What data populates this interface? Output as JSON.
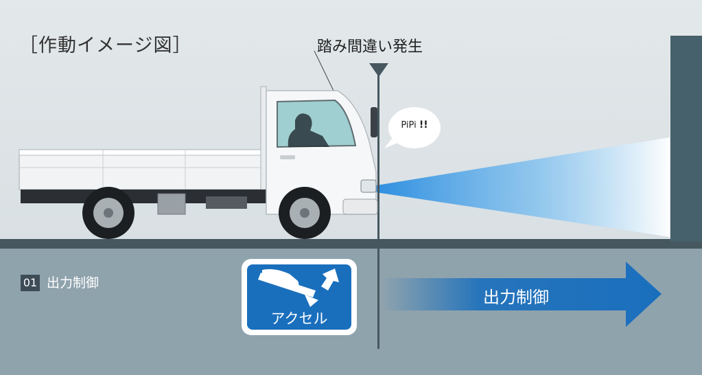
{
  "title": "［作動イメージ図］",
  "event_label": "踏み間違い発生",
  "alert_sound": "PiPi",
  "alert_marks": "!!",
  "step": {
    "number": "01",
    "label": "出力制御"
  },
  "pedal_icon": {
    "icon": "accelerator-pedal-icon",
    "label": "アクセル"
  },
  "arrow_label": "出力制御",
  "colors": {
    "background": "#dfe5e8",
    "ground_band": "#8fa3ad",
    "road_line": "#46575f",
    "wall": "#46606c",
    "accent_blue": "#1a6fbd",
    "sensor_beam": "#3d9ee6"
  }
}
